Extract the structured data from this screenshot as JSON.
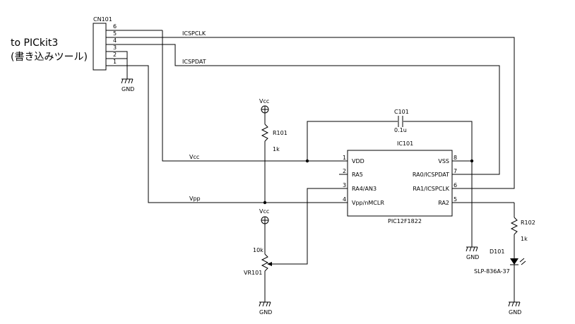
{
  "title_line1": "to PICkit3",
  "title_line2": "(書き込みツール)",
  "connector": {
    "ref": "CN101",
    "pins": [
      "6",
      "5",
      "4",
      "3",
      "2",
      "1"
    ]
  },
  "nets": {
    "icspclk": "ICSPCLK",
    "icspdat": "ICSPDAT",
    "vcc": "Vcc",
    "vpp": "Vpp",
    "gnd": "GND"
  },
  "ic": {
    "ref": "IC101",
    "part": "PIC12F1822",
    "left_pins": [
      {
        "num": "1",
        "name": "VDD"
      },
      {
        "num": "2",
        "name": "RA5"
      },
      {
        "num": "3",
        "name": "RA4/AN3"
      },
      {
        "num": "4",
        "name": "Vpp/nMCLR"
      }
    ],
    "right_pins": [
      {
        "num": "8",
        "name": "VSS"
      },
      {
        "num": "7",
        "name": "RA0/ICSPDAT"
      },
      {
        "num": "6",
        "name": "RA1/ICSPCLK"
      },
      {
        "num": "5",
        "name": "RA2"
      }
    ]
  },
  "c101": {
    "ref": "C101",
    "value": "0.1u"
  },
  "r101": {
    "ref": "R101",
    "value": "1k"
  },
  "r102": {
    "ref": "R102",
    "value": "1k"
  },
  "vr101": {
    "ref": "VR101",
    "value": "10k"
  },
  "d101": {
    "ref": "D101",
    "value": "SLP-836A-37"
  },
  "symbols": {
    "ground": "ground-symbol",
    "power": "vcc-symbol",
    "resistor": "zigzag-resistor",
    "capacitor": "capacitor-symbol",
    "led": "led-symbol"
  }
}
